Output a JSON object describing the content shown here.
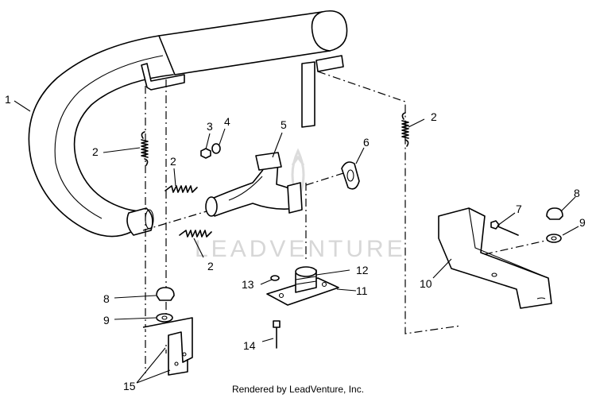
{
  "watermark": "LEADVENTURE",
  "footer": "Rendered by LeadVenture, Inc.",
  "callouts": {
    "c1": "1",
    "c2a": "2",
    "c2b": "2",
    "c2c": "2",
    "c2d": "2",
    "c3": "3",
    "c4": "4",
    "c5": "5",
    "c6": "6",
    "c7": "7",
    "c8a": "8",
    "c8b": "8",
    "c9a": "9",
    "c9b": "9",
    "c10": "10",
    "c11": "11",
    "c12": "12",
    "c13": "13",
    "c14": "14",
    "c15": "15"
  }
}
